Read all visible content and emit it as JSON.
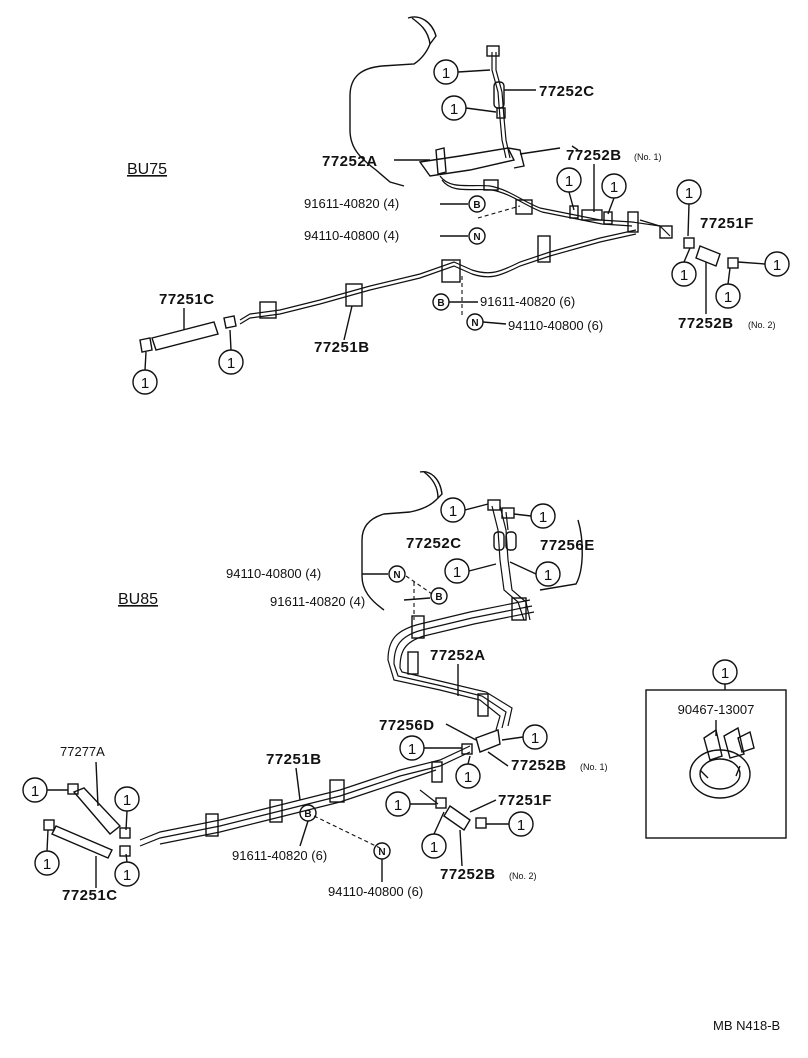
{
  "sections": [
    {
      "title": "BU75",
      "labels": [
        "77252C",
        "77252A",
        "77252B",
        "77251F",
        "77251C",
        "77251B"
      ],
      "notes": [
        "(No. 1)",
        "(No. 2)"
      ],
      "refs": [
        "91611-40820 (4)",
        "94110-40800 (4)",
        "91611-40820 (6)",
        "94110-40800 (6)"
      ],
      "callout_letters": [
        "B",
        "N",
        "B",
        "N"
      ]
    },
    {
      "title": "BU85",
      "labels": [
        "77252C",
        "77256E",
        "77252A",
        "77256D",
        "77252B",
        "77251B",
        "77277A",
        "77251F",
        "77252B",
        "77251C"
      ],
      "notes": [
        "(No. 1)",
        "(No. 2)"
      ],
      "refs": [
        "94110-40800 (4)",
        "91611-40820 (4)",
        "91611-40820 (6)",
        "94110-40800 (6)"
      ],
      "callout_letters": [
        "N",
        "B",
        "B",
        "N"
      ]
    }
  ],
  "callout_number": "1",
  "legend": {
    "number": "1",
    "part": "90467-13007"
  },
  "footer": "MB N418-B"
}
